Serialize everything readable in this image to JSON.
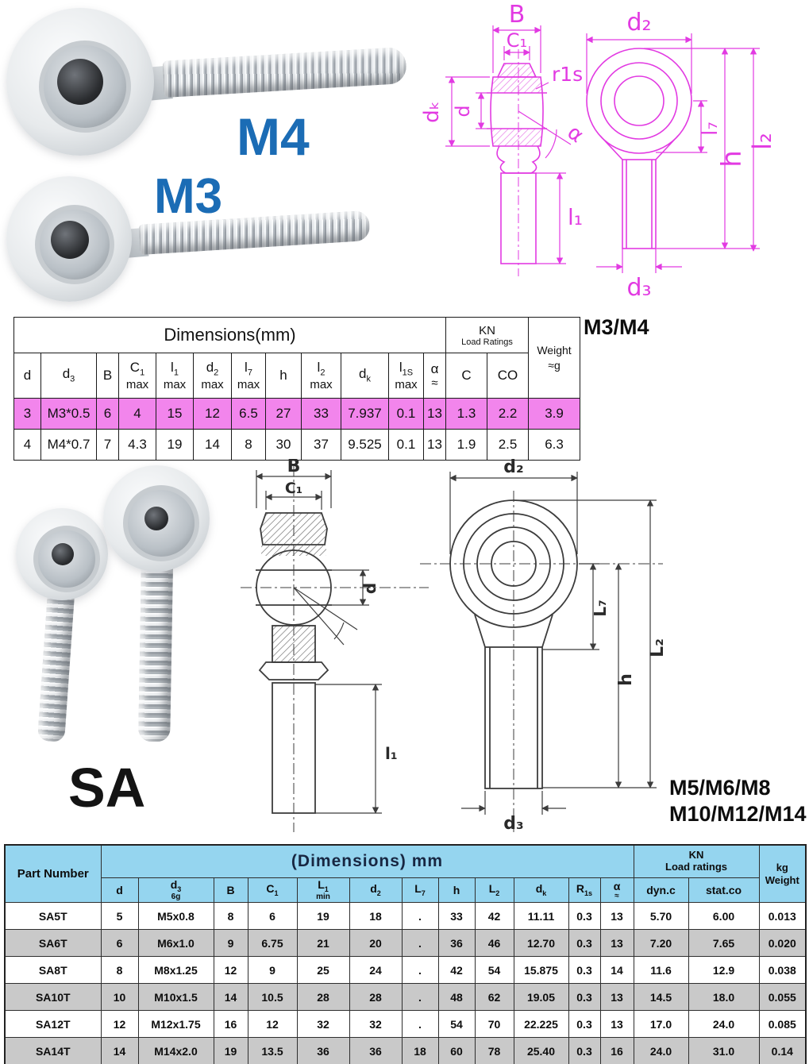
{
  "photos_top": {
    "m4_label": "M4",
    "m3_label": "M3",
    "label_color": "#1b6cb5"
  },
  "photo_mid": {
    "label": "SA"
  },
  "series_note_top": "M3/M4",
  "series_note_bottom_line1": "M5/M6/M8",
  "series_note_bottom_line2": "M10/M12/M14",
  "diagram_top": {
    "color": "#e23ae2",
    "labels": {
      "B": "B",
      "C1": "C₁",
      "r1s": "r1s",
      "dk": "dₖ",
      "d": "d",
      "alpha": "α",
      "l1": "l₁",
      "d2": "d₂",
      "l7": "l₇",
      "l2": "l₂",
      "h": "h",
      "d3": "d₃"
    }
  },
  "diagram_mid": {
    "labels": {
      "B": "B",
      "C1": "C₁",
      "d": "d",
      "l1": "l₁",
      "d2": "d₂",
      "L7": "L₇",
      "L2": "L₂",
      "h": "h",
      "d3": "d₃"
    }
  },
  "table1": {
    "title": "Dimensions(mm)",
    "kn_line1": "KN",
    "kn_line2": "Load Ratings",
    "weight_line1": "Weight",
    "weight_line2": "≈g",
    "highlight_color": "#f285ec",
    "columns": [
      {
        "b": "d"
      },
      {
        "b": "d",
        "s": "3"
      },
      {
        "b": "B"
      },
      {
        "b": "C",
        "s": "1",
        "m": "max"
      },
      {
        "b": "l",
        "s": "1",
        "m": "max"
      },
      {
        "b": "d",
        "s": "2",
        "m": "max"
      },
      {
        "b": "l",
        "s": "7",
        "m": "max"
      },
      {
        "b": "h"
      },
      {
        "b": "l",
        "s": "2",
        "m": "max"
      },
      {
        "b": "d",
        "s": "k"
      },
      {
        "b": "l",
        "s": "1S",
        "m": "max"
      },
      {
        "b": "α",
        "m": "≈"
      },
      {
        "b": "C"
      },
      {
        "b": "CO"
      }
    ],
    "rows": [
      {
        "highlight": true,
        "cells": [
          "3",
          "M3*0.5",
          "6",
          "4",
          "15",
          "12",
          "6.5",
          "27",
          "33",
          "7.937",
          "0.1",
          "13",
          "1.3",
          "2.2",
          "3.9"
        ]
      },
      {
        "cells": [
          "4",
          "M4*0.7",
          "7",
          "4.3",
          "19",
          "14",
          "8",
          "30",
          "37",
          "9.525",
          "0.1",
          "13",
          "1.9",
          "2.5",
          "6.3"
        ]
      }
    ]
  },
  "table2": {
    "part_header": "Part Number",
    "title": "(Dimensions)  mm",
    "kn_line1": "KN",
    "kn_line2": "Load ratings",
    "weight_line1": "kg",
    "weight_line2": "Weight",
    "columns": [
      {
        "b": "d"
      },
      {
        "b": "d",
        "s": "3",
        "m": "6g"
      },
      {
        "b": "B"
      },
      {
        "b": "C",
        "s": "1"
      },
      {
        "b": "L",
        "s": "1",
        "m": "min"
      },
      {
        "b": "d",
        "s": "2"
      },
      {
        "b": "L",
        "s": "7"
      },
      {
        "b": "h"
      },
      {
        "b": "L",
        "s": "2"
      },
      {
        "b": "d",
        "s": "k"
      },
      {
        "b": "R",
        "s": "1s"
      },
      {
        "b": "α",
        "m": "≈"
      },
      {
        "b": "dyn.c"
      },
      {
        "b": "stat.co"
      }
    ],
    "rows": [
      {
        "cells": [
          "SA5T",
          "5",
          "M5x0.8",
          "8",
          "6",
          "19",
          "18",
          ".",
          "33",
          "42",
          "11.11",
          "0.3",
          "13",
          "5.70",
          "6.00",
          "0.013"
        ]
      },
      {
        "shade": true,
        "cells": [
          "SA6T",
          "6",
          "M6x1.0",
          "9",
          "6.75",
          "21",
          "20",
          ".",
          "36",
          "46",
          "12.70",
          "0.3",
          "13",
          "7.20",
          "7.65",
          "0.020"
        ]
      },
      {
        "cells": [
          "SA8T",
          "8",
          "M8x1.25",
          "12",
          "9",
          "25",
          "24",
          ".",
          "42",
          "54",
          "15.875",
          "0.3",
          "14",
          "11.6",
          "12.9",
          "0.038"
        ]
      },
      {
        "shade": true,
        "cells": [
          "SA10T",
          "10",
          "M10x1.5",
          "14",
          "10.5",
          "28",
          "28",
          ".",
          "48",
          "62",
          "19.05",
          "0.3",
          "13",
          "14.5",
          "18.0",
          "0.055"
        ]
      },
      {
        "cells": [
          "SA12T",
          "12",
          "M12x1.75",
          "16",
          "12",
          "32",
          "32",
          ".",
          "54",
          "70",
          "22.225",
          "0.3",
          "13",
          "17.0",
          "24.0",
          "0.085"
        ]
      },
      {
        "shade": true,
        "cells": [
          "SA14T",
          "14",
          "M14x2.0",
          "19",
          "13.5",
          "36",
          "36",
          "18",
          "60",
          "78",
          "25.40",
          "0.3",
          "16",
          "24.0",
          "31.0",
          "0.14"
        ]
      },
      {
        "partial": true,
        "cells": [
          "",
          "",
          "",
          "",
          "",
          "",
          "",
          "",
          "",
          "",
          "",
          "",
          "",
          "",
          "",
          ""
        ]
      }
    ]
  }
}
